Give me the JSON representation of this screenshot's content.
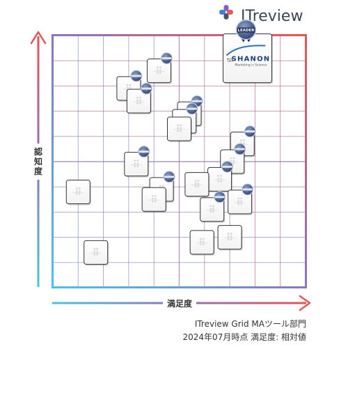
{
  "brand": {
    "name": "ITreview",
    "icon": "plus-cross-icon",
    "colors": {
      "text": "#3a4654",
      "blue": "#3b7fd6",
      "red": "#e85a5a",
      "purple": "#8a5ac8"
    }
  },
  "chart_data": {
    "type": "scatter",
    "title": "",
    "xlabel": "満足度",
    "ylabel": "認知度",
    "xlim": [
      0,
      10
    ],
    "ylim": [
      0,
      10
    ],
    "grid": true,
    "points": [
      {
        "x": 7.7,
        "y": 9.1,
        "badge": "LEADER",
        "logo": "SHANON",
        "logo_tagline": "Marketing is Science"
      },
      {
        "x": 4.2,
        "y": 8.6,
        "badge": "seal"
      },
      {
        "x": 3.0,
        "y": 7.9,
        "badge": "seal"
      },
      {
        "x": 3.4,
        "y": 7.4,
        "badge": "seal"
      },
      {
        "x": 5.4,
        "y": 6.9,
        "badge": "seal"
      },
      {
        "x": 5.2,
        "y": 6.6,
        "badge": "seal"
      },
      {
        "x": 5.0,
        "y": 6.3
      },
      {
        "x": 7.5,
        "y": 5.7,
        "badge": "seal"
      },
      {
        "x": 7.1,
        "y": 5.0,
        "badge": "seal"
      },
      {
        "x": 3.3,
        "y": 4.9,
        "badge": "seal"
      },
      {
        "x": 4.3,
        "y": 3.9,
        "badge": "seal"
      },
      {
        "x": 6.6,
        "y": 4.3,
        "badge": "seal"
      },
      {
        "x": 5.7,
        "y": 4.1
      },
      {
        "x": 1.0,
        "y": 3.8
      },
      {
        "x": 4.0,
        "y": 3.5
      },
      {
        "x": 7.4,
        "y": 3.4,
        "badge": "seal"
      },
      {
        "x": 6.3,
        "y": 3.1,
        "badge": "seal"
      },
      {
        "x": 5.9,
        "y": 1.8
      },
      {
        "x": 7.0,
        "y": 2.0
      },
      {
        "x": 1.7,
        "y": 1.4
      }
    ],
    "colors": {
      "blue": "#49c3e6",
      "red": "#e55555",
      "purple": "#8c74c0",
      "grid_mid": "#c8b8e0"
    }
  },
  "caption": {
    "line1": "ITreview Grid MAツール部門",
    "line2": "2024年07月時点 満足度: 相対値"
  }
}
